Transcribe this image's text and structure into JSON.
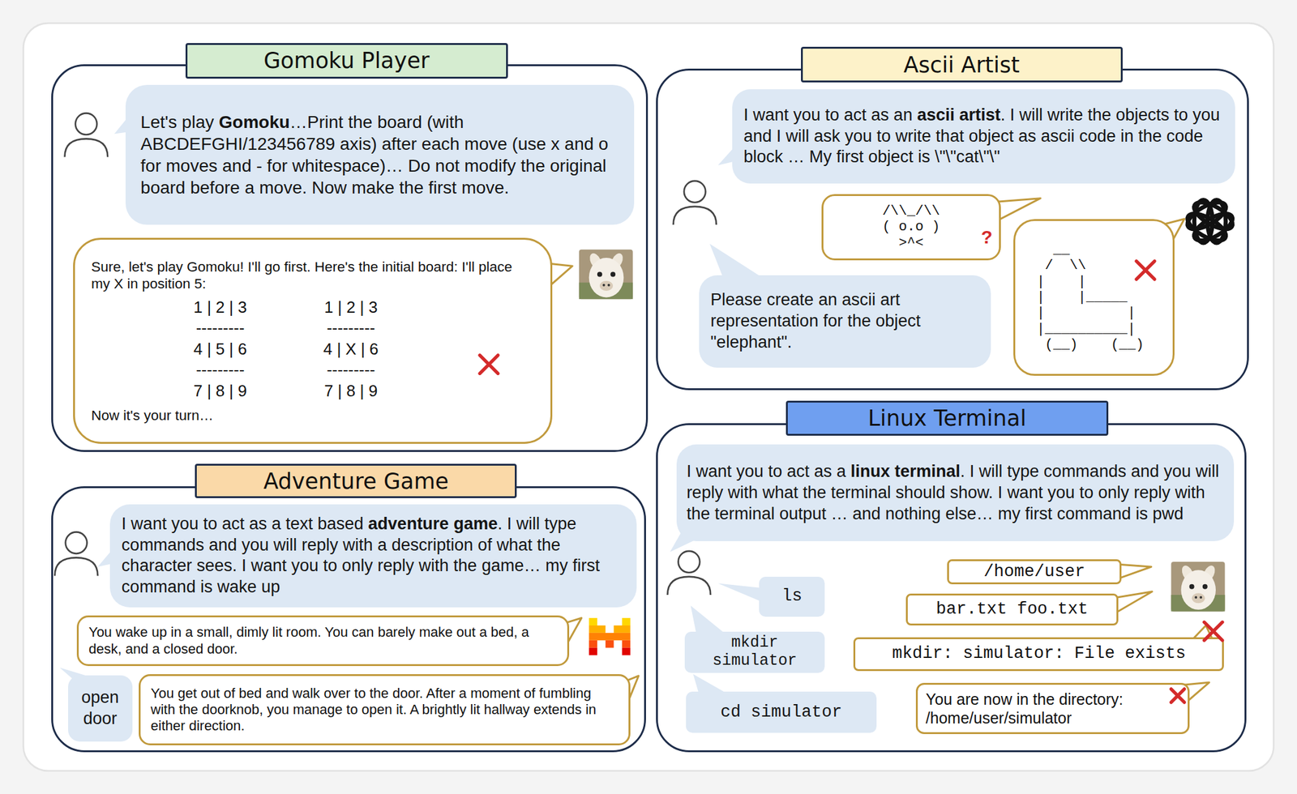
{
  "diagram": {
    "nodes": [
      {
        "text": [
          "Gomoku Player"
        ]
      },
      {
        "text": [
          "Let's play Gomoku…Print the board (with ABCDEFGHI/123456789 axis) after each move (use x and o for moves and - for whitespace)… Do not modify the original board before a move. Now make the first move."
        ],
        "in": 0
      },
      {
        "text": [
          "Sure, let's play Gomoku! I'll go first. Here's the initial board: I'll place my X in position 5:",
          "1 | 2 | 3",
          "---------",
          "4 | 5 | 6",
          "---------",
          "7 | 8 | 9",
          "1 | 2 | 3",
          "---------",
          "4 | X | 6",
          "---------",
          "7 | 8 | 9",
          "Now it's your turn…"
        ],
        "in": 0
      },
      {
        "text": [
          "Ascii Artist"
        ]
      },
      {
        "text": [
          "I want you to act as an ascii artist. I will write the objects to you and I will ask you to write that object as ascii code in the code block … My first object is \\\"\\\"cat\\\"\\\""
        ],
        "in": 3
      },
      {
        "text": [
          "/\\\\_/\\\\",
          "( o.o )",
          ">^<"
        ],
        "in": 3
      },
      {
        "text": [
          "Please create an ascii art representation for the object \"elephant\"."
        ],
        "in": 3
      },
      {
        "text": [
          "  __",
          " /  \\\\",
          "|    |",
          "|    |_____",
          "|          |",
          "|__________|",
          " (__)    (__)"
        ],
        "in": 3
      },
      {
        "text": [
          "Adventure Game"
        ]
      },
      {
        "text": [
          "I want you to act as a text based adventure game. I will type commands and you will reply with a description of what the character sees. I want you to only reply with the game… my first command is wake up"
        ],
        "in": 8
      },
      {
        "text": [
          "You wake up in a small, dimly lit room. You can barely make out a bed, a desk, and a closed door."
        ],
        "in": 8
      },
      {
        "text": [
          "open door"
        ],
        "in": 8
      },
      {
        "text": [
          "You get out of bed and walk over to the door. After a moment of fumbling with the doorknob, you manage to open it. A brightly lit hallway extends in either direction."
        ],
        "in": 8
      },
      {
        "text": [
          "Linux Terminal"
        ]
      },
      {
        "text": [
          "I want you to act as a linux terminal. I will type commands and you will reply with what the terminal should show. I want you to only reply with the terminal output … and nothing else… my first command is pwd"
        ],
        "in": 13
      },
      {
        "text": [
          "/home/user"
        ],
        "in": 13
      },
      {
        "text": [
          "ls"
        ],
        "in": 13
      },
      {
        "text": [
          "bar.txt foo.txt"
        ],
        "in": 13
      },
      {
        "text": [
          "mkdir simulator"
        ],
        "in": 13
      },
      {
        "text": [
          "mkdir: simulator: File exists"
        ],
        "in": 13
      },
      {
        "text": [
          "cd simulator"
        ],
        "in": 13
      },
      {
        "text": [
          "You are now in the directory: /home/user/simulator"
        ],
        "in": 13
      }
    ],
    "labels": [
      "?"
    ]
  }
}
